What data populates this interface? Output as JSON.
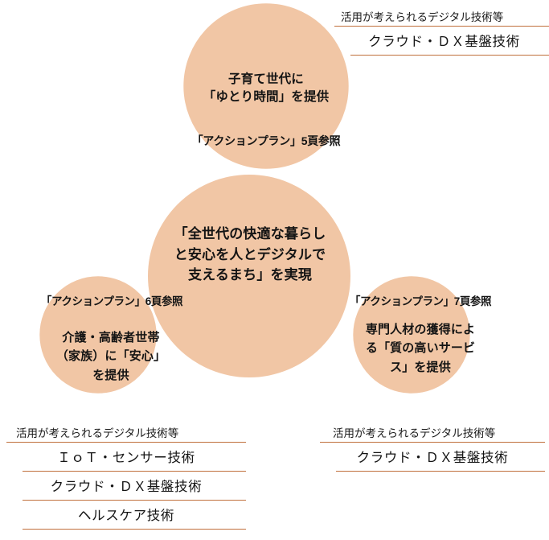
{
  "colors": {
    "circle_fill": "#F1C6A5",
    "circle_overlap": "#DFA173",
    "rule": "#C0703C",
    "text": "#141414",
    "background": "#FFFFFF"
  },
  "diagram": {
    "type": "venn",
    "center": {
      "name": "vision-circle",
      "lines": [
        "「全世代の快適な暮らし",
        "と安心を人とデジタルで",
        "支えるまち」を実現"
      ]
    },
    "circles": [
      {
        "id": "top",
        "name": "childcare-generation-circle",
        "reference": "「アクションプラン」5頁参照",
        "lines": [
          "子育て世代に",
          "「ゆとり時間」を提供"
        ]
      },
      {
        "id": "bottom-left",
        "name": "elderly-care-circle",
        "reference": "「アクションプラン」6頁参照",
        "lines": [
          "介護・高齢者世帯",
          "（家族）に「安心」",
          "を提供"
        ]
      },
      {
        "id": "bottom-right",
        "name": "specialist-human-resources-circle",
        "reference": "「アクションプラン」7頁参照",
        "lines": [
          "専門人材の獲得によ",
          "る「質の高いサービ",
          "ス」を提供"
        ]
      }
    ]
  },
  "panels": [
    {
      "id": "top-right",
      "caption": "活用が考えられるデジタル技術等",
      "items": [
        "クラウド・ＤＸ基盤技術"
      ]
    },
    {
      "id": "bottom-left",
      "caption": "活用が考えられるデジタル技術等",
      "items": [
        "ＩｏＴ・センサー技術",
        "クラウド・ＤＸ基盤技術",
        "ヘルスケア技術"
      ]
    },
    {
      "id": "bottom-right",
      "caption": "活用が考えられるデジタル技術等",
      "items": [
        "クラウド・ＤＸ基盤技術"
      ]
    }
  ]
}
